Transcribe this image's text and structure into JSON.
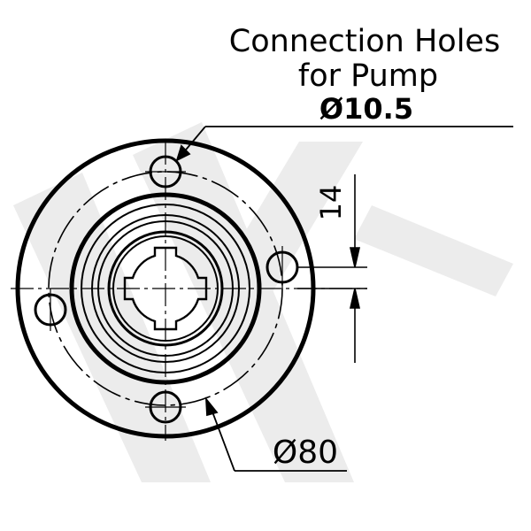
{
  "callouts": {
    "holes_line1": "Connection Holes",
    "holes_line2": "for Pump",
    "holes_diameter": "Ø10.5",
    "offset_value": "14",
    "bolt_circle": "Ø80"
  },
  "colors": {
    "ink": "#000000",
    "watermark": "#ececec",
    "background": "#ffffff"
  },
  "watermark": {
    "icon": "brand-logo-watermark"
  }
}
